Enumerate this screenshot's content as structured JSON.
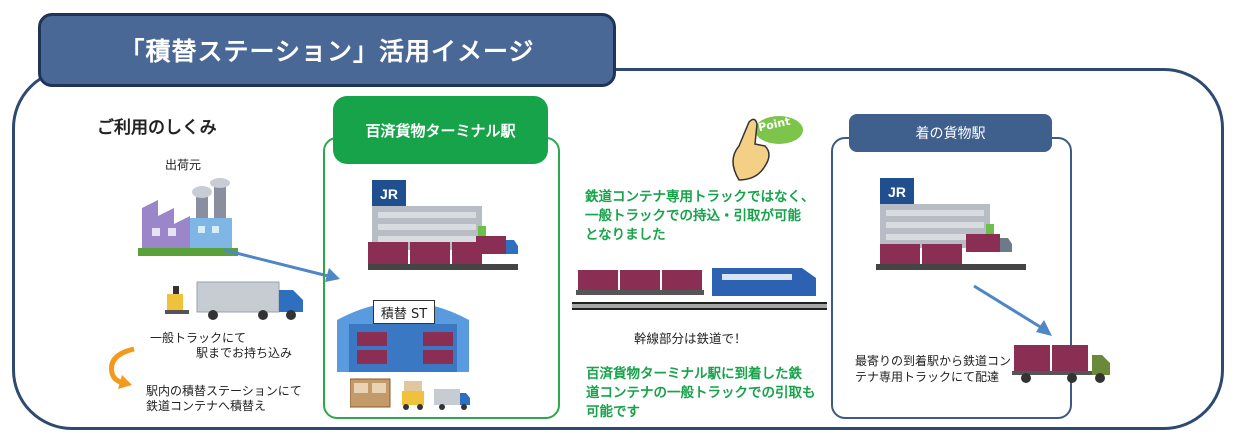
{
  "title": "「積替ステーション」活用イメージ",
  "section_heading": "ご利用のしくみ",
  "shipper_label": "出荷元",
  "truck_note_1": "一般トラックにて",
  "truck_note_2": "駅までお持ち込み",
  "transfer_note_1": "駅内の積替ステーションにて",
  "transfer_note_2": "鉄道コンテナへ積替え",
  "terminal_title": "百済貨物ターミナル駅",
  "transfer_station_sign": "積替 ST",
  "point_badge": "Point",
  "point_text_1": "鉄道コンテナ専用トラックではなく、",
  "point_text_2": "一般トラックでの持込・引取が可能",
  "point_text_3": "となりました",
  "rail_label": "幹線部分は鉄道で！",
  "arrival_text_1": "百済貨物ターミナル駅に到着した鉄",
  "arrival_text_2": "道コンテナの一般トラックでの引取も",
  "arrival_text_3": "可能です",
  "dest_title": "着の貨物駅",
  "delivery_text_1": "最寄りの到着駅から鉄道コン",
  "delivery_text_2": "テナ専用トラックにて配達",
  "jr_logo": "JR",
  "colors": {
    "title_bg": "#4a6895",
    "frame": "#2f4a70",
    "green": "#16a34a",
    "dest_blue": "#3f5f8d",
    "container": "#8a2e54",
    "arrow": "#4f86c6"
  }
}
